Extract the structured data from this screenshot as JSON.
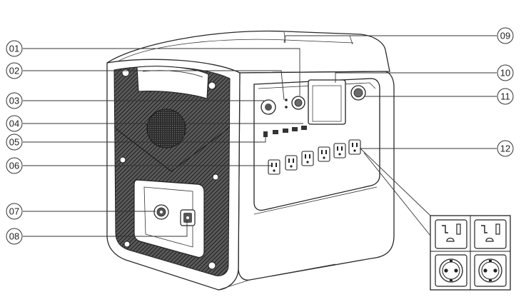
{
  "callouts": [
    {
      "id": "01",
      "label": "01"
    },
    {
      "id": "02",
      "label": "02"
    },
    {
      "id": "03",
      "label": "03"
    },
    {
      "id": "04",
      "label": "04"
    },
    {
      "id": "05",
      "label": "05"
    },
    {
      "id": "06",
      "label": "06"
    },
    {
      "id": "07",
      "label": "07"
    },
    {
      "id": "08",
      "label": "08"
    },
    {
      "id": "09",
      "label": "09"
    },
    {
      "id": "10",
      "label": "10"
    },
    {
      "id": "11",
      "label": "11"
    },
    {
      "id": "12",
      "label": "12"
    }
  ],
  "colors": {
    "line": "#2a2a2a",
    "panel_fill": "#3a3a3a",
    "background": "#ffffff"
  }
}
